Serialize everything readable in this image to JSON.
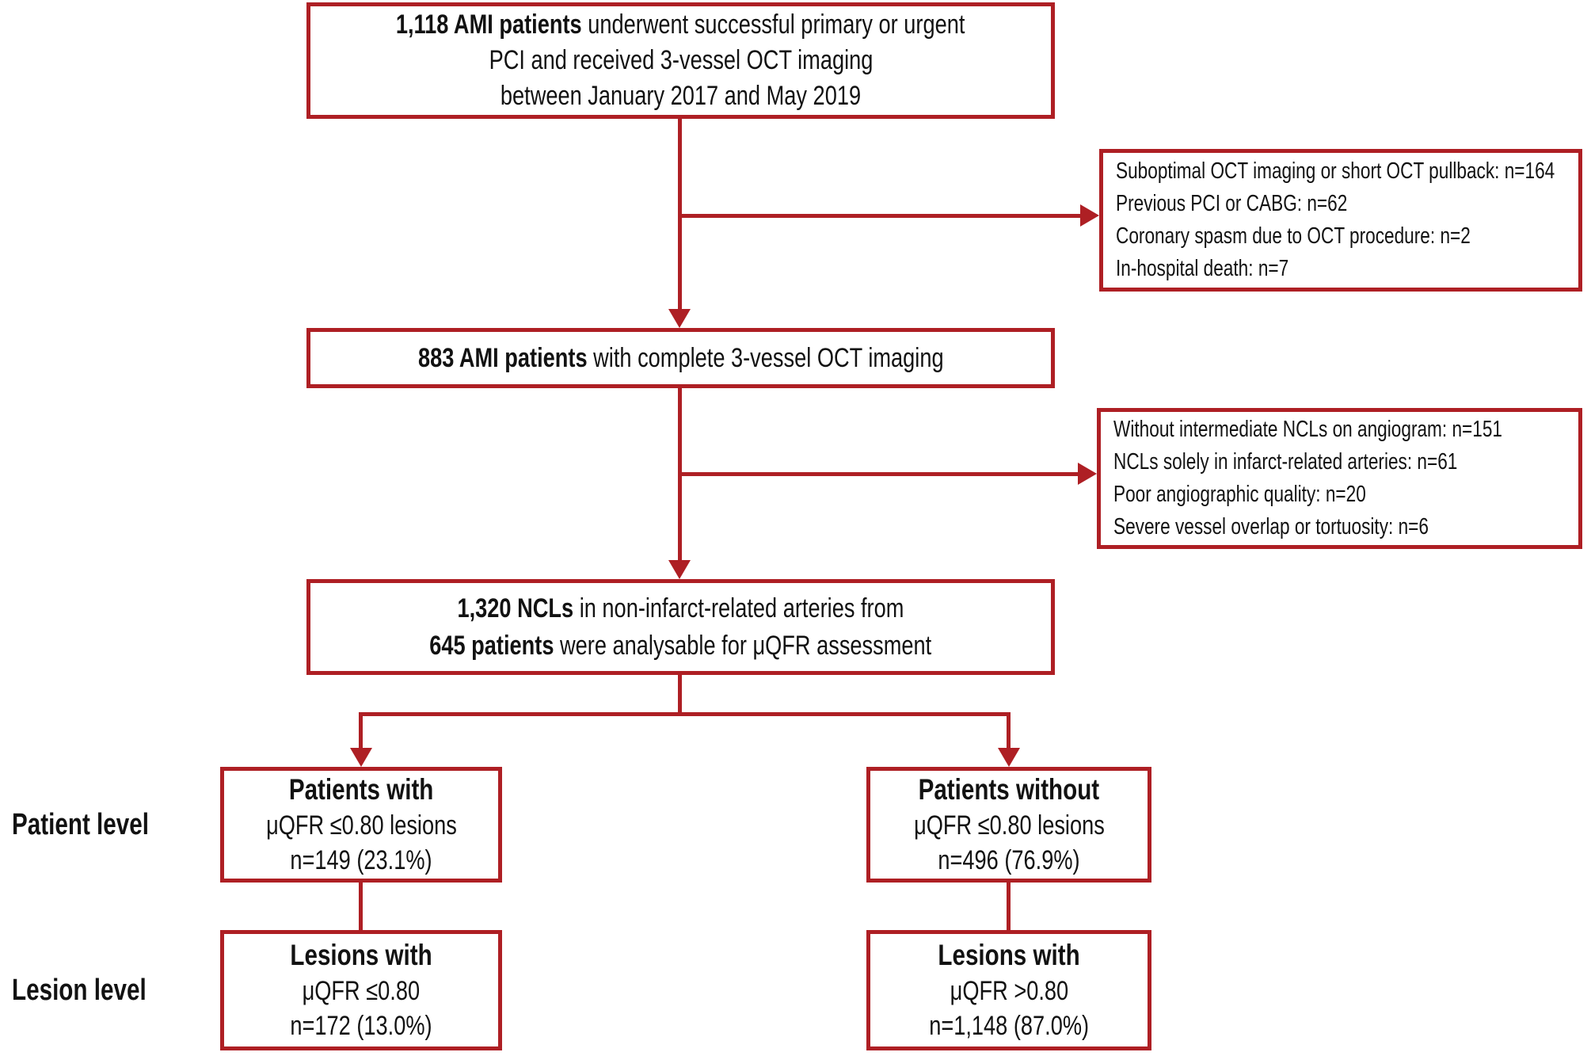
{
  "colors": {
    "accent_red": "#AE1F24",
    "text": "#121212",
    "background": "#FFFFFF"
  },
  "side_labels": {
    "patient_level": "Patient level",
    "lesion_level": "Lesion level"
  },
  "boxes": {
    "enrollment": {
      "line1_bold": "1,118 AMI patients",
      "line1_rest": " underwent successful primary or urgent",
      "line2": "PCI and received 3-vessel OCT imaging",
      "line3": "between January 2017 and May 2019"
    },
    "exclusion1": {
      "lines": [
        "Suboptimal OCT imaging or short OCT pullback: n=164",
        "Previous PCI or CABG: n=62",
        "Coronary spasm due to OCT procedure: n=2",
        "In-hospital death: n=7"
      ]
    },
    "complete": {
      "bold": "883 AMI patients",
      "rest": " with complete 3-vessel OCT imaging"
    },
    "exclusion2": {
      "lines": [
        "Without intermediate NCLs on angiogram: n=151",
        "NCLs solely in infarct-related arteries: n=61",
        "Poor angiographic quality: n=20",
        "Severe vessel overlap or tortuosity: n=6"
      ]
    },
    "analysable": {
      "line1_bold": "1,320 NCLs",
      "line1_rest": " in non-infarct-related arteries from",
      "line2_bold": "645 patients",
      "line2_rest": " were analysable for μQFR assessment"
    },
    "patient_with": {
      "title": "Patients with",
      "line2": "μQFR ≤0.80 lesions",
      "line3": "n=149 (23.1%)"
    },
    "patient_without": {
      "title": "Patients without",
      "line2": "μQFR ≤0.80 lesions",
      "line3": "n=496 (76.9%)"
    },
    "lesion_abnormal": {
      "title": "Lesions with",
      "line2": "μQFR ≤0.80",
      "line3": "n=172 (13.0%)"
    },
    "lesion_normal": {
      "title": "Lesions with",
      "line2": "μQFR >0.80",
      "line3": "n=1,148 (87.0%)"
    }
  }
}
